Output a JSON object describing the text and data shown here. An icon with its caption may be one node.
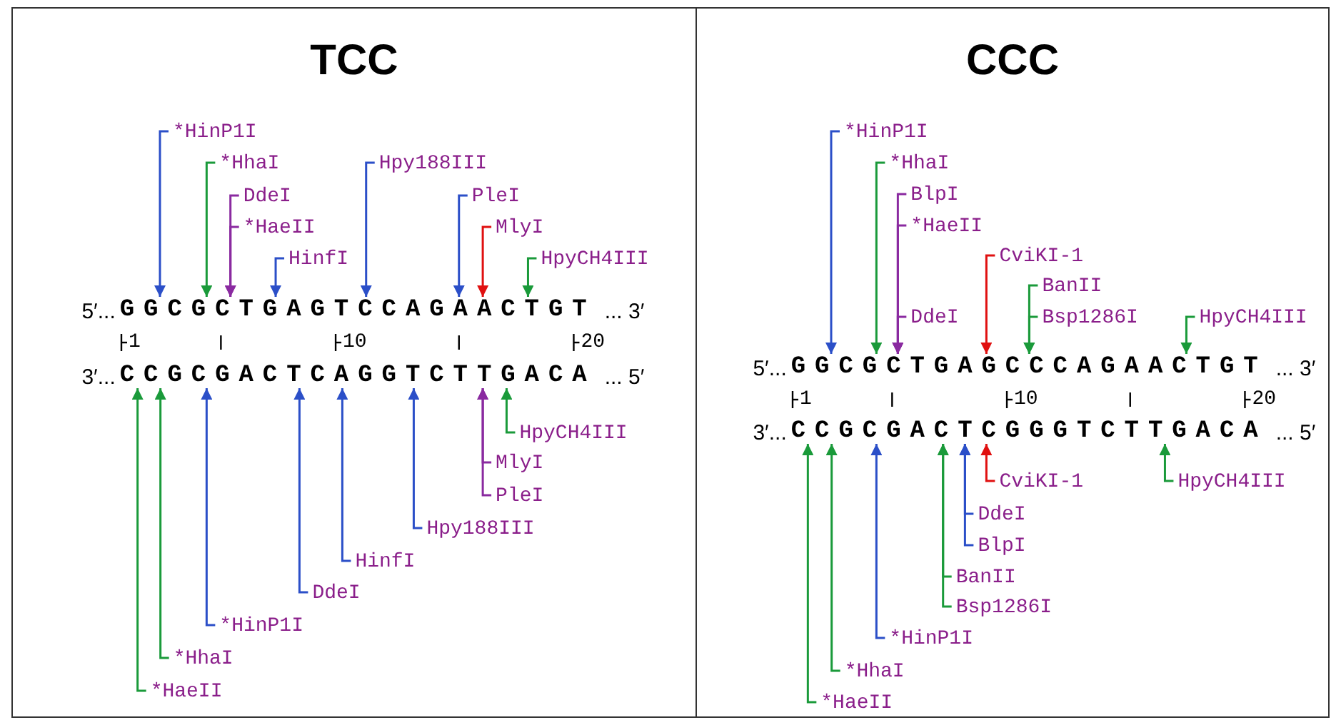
{
  "diagram": {
    "nodes": [
      {
        "text": [
          "TCC"
        ]
      },
      {
        "text": [
          "*HinP1I"
        ],
        "in": 0
      },
      {
        "text": [
          "*HhaI"
        ],
        "in": 0
      },
      {
        "text": [
          "Hpy188III"
        ],
        "in": 0
      },
      {
        "text": [
          "DdeI"
        ],
        "in": 0
      },
      {
        "text": [
          "PleI"
        ],
        "in": 0
      },
      {
        "text": [
          "*HaeII"
        ],
        "in": 0
      },
      {
        "text": [
          "MlyI"
        ],
        "in": 0
      },
      {
        "text": [
          "HinfI"
        ],
        "in": 0
      },
      {
        "text": [
          "HpyCH4III"
        ],
        "in": 0
      },
      {
        "text": [
          "5′...",
          "GGCGCTGAGTCCAGAACTGT",
          "... 3′"
        ],
        "in": 0
      },
      {
        "text": [
          "3′...",
          "CCGCGACTCAGGTCTTGACA",
          "... 5′"
        ],
        "in": 0
      },
      {
        "text": [
          "HpyCH4III"
        ],
        "in": 0
      },
      {
        "text": [
          "MlyI"
        ],
        "in": 0
      },
      {
        "text": [
          "PleI"
        ],
        "in": 0
      },
      {
        "text": [
          "Hpy188III"
        ],
        "in": 0
      },
      {
        "text": [
          "HinfI"
        ],
        "in": 0
      },
      {
        "text": [
          "DdeI"
        ],
        "in": 0
      },
      {
        "text": [
          "*HinP1I"
        ],
        "in": 0
      },
      {
        "text": [
          "*HhaI"
        ],
        "in": 0
      },
      {
        "text": [
          "*HaeII"
        ],
        "in": 0
      },
      {
        "text": [
          "CCC"
        ]
      },
      {
        "text": [
          "*HinP1I"
        ],
        "in": 21
      },
      {
        "text": [
          "*HhaI"
        ],
        "in": 21
      },
      {
        "text": [
          "BlpI"
        ],
        "in": 21
      },
      {
        "text": [
          "*HaeII"
        ],
        "in": 21
      },
      {
        "text": [
          "CviKI-1"
        ],
        "in": 21
      },
      {
        "text": [
          "BanII"
        ],
        "in": 21
      },
      {
        "text": [
          "DdeI"
        ],
        "in": 21
      },
      {
        "text": [
          "Bsp1286I"
        ],
        "in": 21
      },
      {
        "text": [
          "HpyCH4III"
        ],
        "in": 21
      },
      {
        "text": [
          "5′...",
          "GGCGCTGAGCCCAGAACTGT",
          "... 3′"
        ],
        "in": 21
      },
      {
        "text": [
          "3′...",
          "CCGCGACTCGGGTCTTGACA",
          "... 5′"
        ],
        "in": 21
      },
      {
        "text": [
          "CviKI-1"
        ],
        "in": 21
      },
      {
        "text": [
          "HpyCH4III"
        ],
        "in": 21
      },
      {
        "text": [
          "DdeI"
        ],
        "in": 21
      },
      {
        "text": [
          "BlpI"
        ],
        "in": 21
      },
      {
        "text": [
          "BanII"
        ],
        "in": 21
      },
      {
        "text": [
          "Bsp1286I"
        ],
        "in": 21
      },
      {
        "text": [
          "*HinP1I"
        ],
        "in": 21
      },
      {
        "text": [
          "*HhaI"
        ],
        "in": 21
      },
      {
        "text": [
          "*HaeII"
        ],
        "in": 21
      }
    ],
    "edges": [
      {
        "from": 1,
        "to": 10,
        "arrow": "to",
        "color": "#2b4fc8"
      },
      {
        "from": 2,
        "to": 10,
        "arrow": "to",
        "color": "#1a9a3a"
      },
      {
        "from": 3,
        "to": 10,
        "arrow": "to",
        "color": "#2b4fc8"
      },
      {
        "from": 4,
        "to": 10,
        "arrow": "to",
        "color": "#8a2aa0"
      },
      {
        "from": 5,
        "to": 10,
        "arrow": "to",
        "color": "#2b4fc8"
      },
      {
        "from": 6,
        "to": 10,
        "arrow": "to",
        "color": "#8a2aa0"
      },
      {
        "from": 7,
        "to": 10,
        "arrow": "to",
        "color": "#e01010"
      },
      {
        "from": 8,
        "to": 10,
        "arrow": "to",
        "color": "#2b4fc8"
      },
      {
        "from": 9,
        "to": 10,
        "arrow": "to",
        "color": "#1a9a3a"
      },
      {
        "from": 12,
        "to": 11,
        "arrow": "to",
        "color": "#1a9a3a"
      },
      {
        "from": 13,
        "to": 11,
        "arrow": "to",
        "color": "#8a2aa0"
      },
      {
        "from": 14,
        "to": 11,
        "arrow": "to",
        "color": "#8a2aa0"
      },
      {
        "from": 15,
        "to": 11,
        "arrow": "to",
        "color": "#2b4fc8"
      },
      {
        "from": 16,
        "to": 11,
        "arrow": "to",
        "color": "#2b4fc8"
      },
      {
        "from": 17,
        "to": 11,
        "arrow": "to",
        "color": "#2b4fc8"
      },
      {
        "from": 18,
        "to": 11,
        "arrow": "to",
        "color": "#2b4fc8"
      },
      {
        "from": 19,
        "to": 11,
        "arrow": "to",
        "color": "#1a9a3a"
      },
      {
        "from": 20,
        "to": 11,
        "arrow": "to",
        "color": "#1a9a3a"
      },
      {
        "from": 22,
        "to": 31,
        "arrow": "to",
        "color": "#2b4fc8"
      },
      {
        "from": 23,
        "to": 31,
        "arrow": "to",
        "color": "#1a9a3a"
      },
      {
        "from": 24,
        "to": 31,
        "arrow": "to",
        "color": "#8a2aa0"
      },
      {
        "from": 25,
        "to": 31,
        "arrow": "to",
        "color": "#8a2aa0"
      },
      {
        "from": 26,
        "to": 31,
        "arrow": "to",
        "color": "#e01010"
      },
      {
        "from": 27,
        "to": 31,
        "arrow": "to",
        "color": "#1a9a3a"
      },
      {
        "from": 28,
        "to": 31,
        "arrow": "to",
        "color": "#8a2aa0"
      },
      {
        "from": 29,
        "to": 31,
        "arrow": "to",
        "color": "#1a9a3a"
      },
      {
        "from": 30,
        "to": 31,
        "arrow": "to",
        "color": "#1a9a3a"
      },
      {
        "from": 33,
        "to": 32,
        "arrow": "to",
        "color": "#e01010"
      },
      {
        "from": 34,
        "to": 32,
        "arrow": "to",
        "color": "#1a9a3a"
      },
      {
        "from": 35,
        "to": 32,
        "arrow": "to",
        "color": "#2b4fc8"
      },
      {
        "from": 36,
        "to": 32,
        "arrow": "to",
        "color": "#2b4fc8"
      },
      {
        "from": 37,
        "to": 32,
        "arrow": "to",
        "color": "#1a9a3a"
      },
      {
        "from": 38,
        "to": 32,
        "arrow": "to",
        "color": "#1a9a3a"
      },
      {
        "from": 39,
        "to": 32,
        "arrow": "to",
        "color": "#2b4fc8"
      },
      {
        "from": 40,
        "to": 32,
        "arrow": "to",
        "color": "#1a9a3a"
      },
      {
        "from": 41,
        "to": 32,
        "arrow": "to",
        "color": "#1a9a3a"
      }
    ],
    "labels": [
      "1",
      "10",
      "20",
      "1",
      "10",
      "20"
    ]
  }
}
